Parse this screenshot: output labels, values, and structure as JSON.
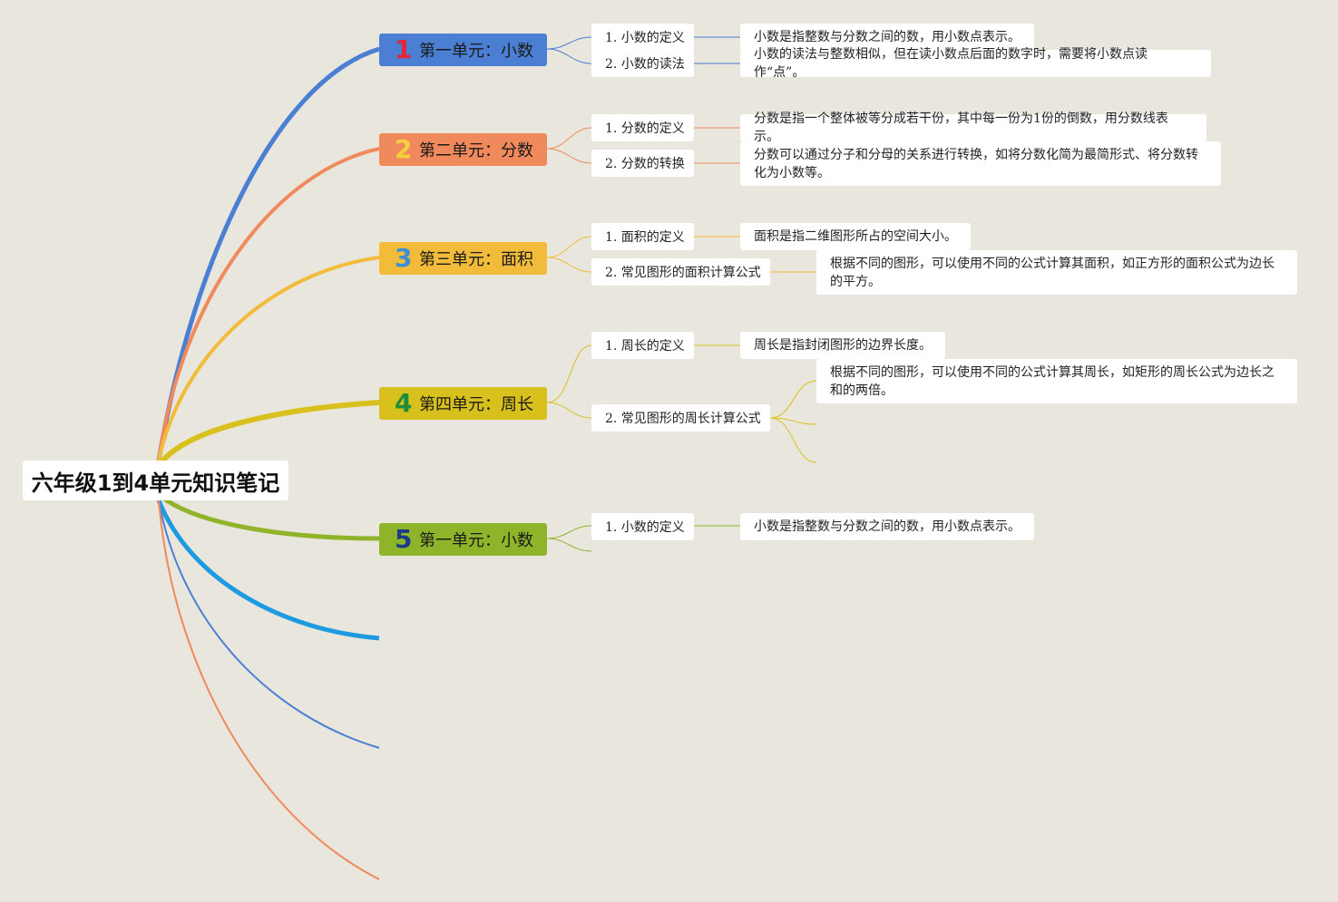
{
  "root": {
    "title": "六年级1到4单元知识笔记"
  },
  "units": [
    {
      "num": "1",
      "title": "第一单元：小数",
      "color": "#4a7fd3",
      "num_color": "#e5263a",
      "items": [
        {
          "label": "1. 小数的定义",
          "desc": "小数是指整数与分数之间的数，用小数点表示。"
        },
        {
          "label": "2. 小数的读法",
          "desc": "小数的读法与整数相似，但在读小数点后面的数字时，需要将小数点读作“点”。"
        }
      ]
    },
    {
      "num": "2",
      "title": "第二单元：分数",
      "color": "#f08a5d",
      "num_color": "#f6cf3f",
      "items": [
        {
          "label": "1. 分数的定义",
          "desc": "分数是指一个整体被等分成若干份，其中每一份为1份的倒数，用分数线表示。"
        },
        {
          "label": "2. 分数的转换",
          "desc": "分数可以通过分子和分母的关系进行转换，如将分数化简为最简形式、将分数转化为小数等。"
        }
      ]
    },
    {
      "num": "3",
      "title": "第三单元：面积",
      "color": "#f2bb3a",
      "num_color": "#3a8fd6",
      "items": [
        {
          "label": "1. 面积的定义",
          "desc": "面积是指二维图形所占的空间大小。"
        },
        {
          "label": "2. 常见图形的面积计算公式",
          "desc": "根据不同的图形，可以使用不同的公式计算其面积，如正方形的面积公式为边长的平方。"
        }
      ]
    },
    {
      "num": "4",
      "title": "第四单元：周长",
      "color": "#d9c11d",
      "num_color": "#1f8e3a",
      "items": [
        {
          "label": "1. 周长的定义",
          "desc": "周长是指封闭图形的边界长度。"
        },
        {
          "label": "2. 常见图形的周长计算公式",
          "desc": "根据不同的图形，可以使用不同的公式计算其周长，如矩形的周长公式为边长之和的两倍。"
        }
      ]
    },
    {
      "num": "5",
      "title": "第一单元：小数",
      "color": "#8fb42a",
      "num_color": "#1e3a8a",
      "items": [
        {
          "label": "1. 小数的定义",
          "desc": "小数是指整数与分数之间的数，用小数点表示。"
        }
      ]
    }
  ],
  "extra_branch_colors": [
    "#1e9be0",
    "#4a7fd3",
    "#f08a5d"
  ]
}
